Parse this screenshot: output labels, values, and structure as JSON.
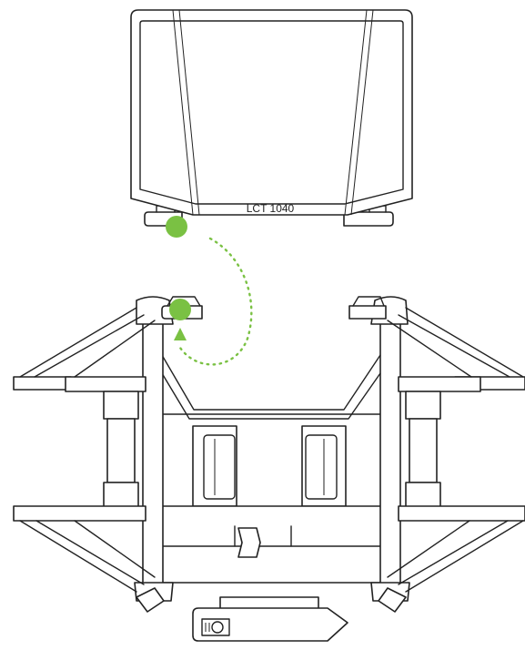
{
  "product": {
    "model_label": "LCT 1040"
  },
  "colors": {
    "accent": "#7ac143",
    "line": "#222222",
    "background": "#ffffff"
  },
  "icons": {
    "connection_dot": "circle",
    "direction_arrow": "triangle-up"
  }
}
